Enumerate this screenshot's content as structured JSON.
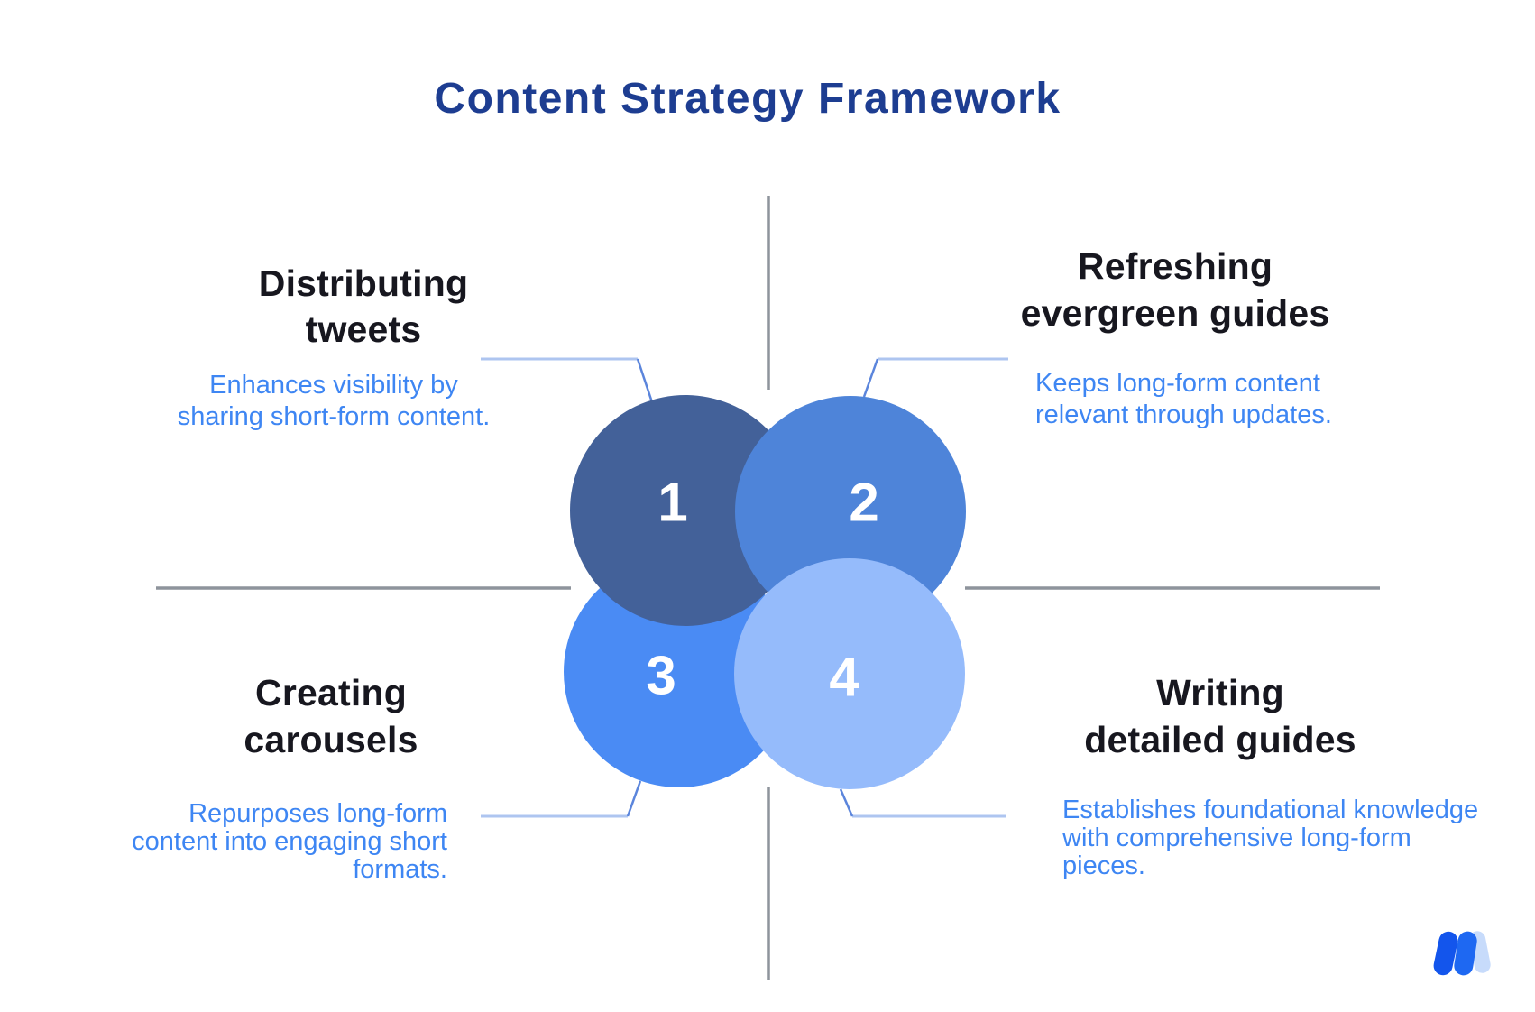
{
  "title": {
    "text": "Content Strategy Framework"
  },
  "steps": [
    {
      "number": "1",
      "title": "Distributing\ntweets",
      "description": "Enhances visibility by\nsharing short-form content.",
      "circle_color": "#436199"
    },
    {
      "number": "2",
      "title": "Refreshing\nevergreen guides",
      "description": "Keeps long-form content\nrelevant through updates.",
      "circle_color": "#4e84d9"
    },
    {
      "number": "3",
      "title": "Creating\ncarousels",
      "description": "Repurposes long-form\ncontent into engaging short\nformats.",
      "circle_color": "#4a8bf4"
    },
    {
      "number": "4",
      "title": "Writing\ndetailed guides",
      "description": "Establishes foundational knowledge\nwith comprehensive long-form\npieces.",
      "circle_color": "#95bbfb"
    }
  ],
  "colors": {
    "background": "#ffffff",
    "main_title": "#1d3d91",
    "step_title": "#17171f",
    "step_description": "#3e86f3",
    "divider_gray": "#8e949c",
    "connector_light": "#aec5f0",
    "connector_dark": "#5b85dc",
    "number_text": "#ffffff",
    "logo_blue_dark": "#1355ec",
    "logo_blue": "#1e68f2",
    "logo_blue_light": "#c7dbfb"
  },
  "logo": {
    "name": "w-logo-mark"
  }
}
